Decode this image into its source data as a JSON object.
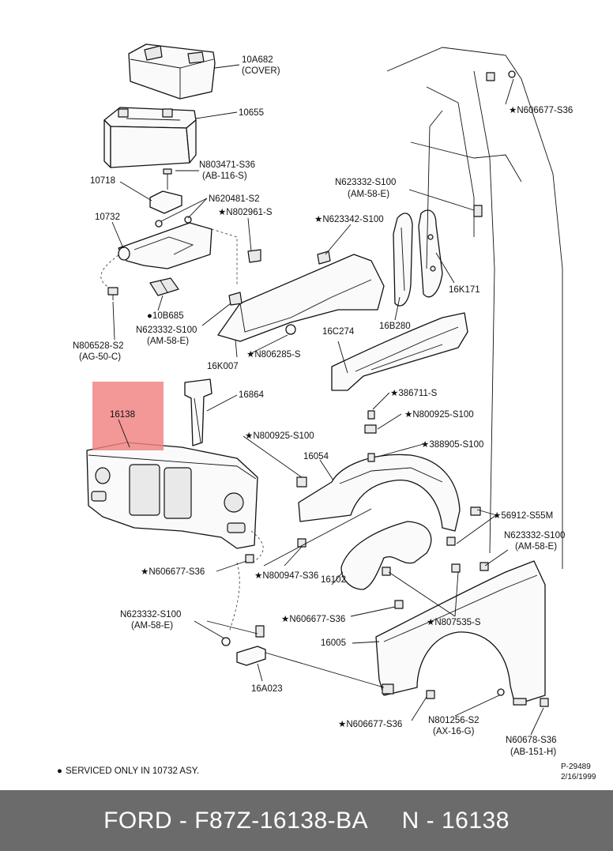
{
  "diagram": {
    "labels": {
      "cover_part": "10A682",
      "cover_note": "(COVER)",
      "battery": "10655",
      "n803471": "N803471-S36",
      "n803471_sub": "(AB-116-S)",
      "p10718": "10718",
      "n620481": "N620481-S2",
      "n802961": "N802961-S",
      "p10732": "10732",
      "p10b685": "10B685",
      "n623332_a": "N623332-S100",
      "n623332_a_sub": "(AM-58-E)",
      "n806528": "N806528-S2",
      "n806528_sub": "(AG-50-C)",
      "p16k007": "16K007",
      "n806285": "N806285-S",
      "n623332_b": "N623332-S100",
      "n623332_b_sub": "(AM-58-E)",
      "n623342": "N623342-S100",
      "n606677_top": "N606677-S36",
      "p16k171": "16K171",
      "p16b280": "16B280",
      "p16c274": "16C274",
      "p16864": "16864",
      "p16138": "16138",
      "s386711": "386711-S",
      "n800925_a": "N800925-S100",
      "n800925_b": "N800925-S100",
      "s388905": "388905-S100",
      "p16054": "16054",
      "s56912": "56912-S55M",
      "n623332_c": "N623332-S100",
      "n623332_c_sub": "(AM-58-E)",
      "n606677_left": "N606677-S36",
      "n800947": "N800947-S36",
      "p16102": "16102",
      "n623332_d": "N623332-S100",
      "n623332_d_sub": "(AM-58-E)",
      "n606677_mid": "N606677-S36",
      "n807535": "N807535-S",
      "p16005": "16005",
      "p16a023": "16A023",
      "n606677_bot": "N606677-S36",
      "n801256": "N801256-S2",
      "n801256_sub": "(AX-16-G)",
      "n60678": "N60678-S36",
      "n60678_sub": "(AB-151-H)",
      "footnote": "SERVICED ONLY IN 10732 ASY.",
      "ref_code": "P-29489",
      "ref_date": "2/16/1999"
    },
    "highlight_color": "#f08080"
  },
  "footer": {
    "text": "FORD - F87Z-16138-BA     N - 16138",
    "background": "#6b6b6b"
  }
}
